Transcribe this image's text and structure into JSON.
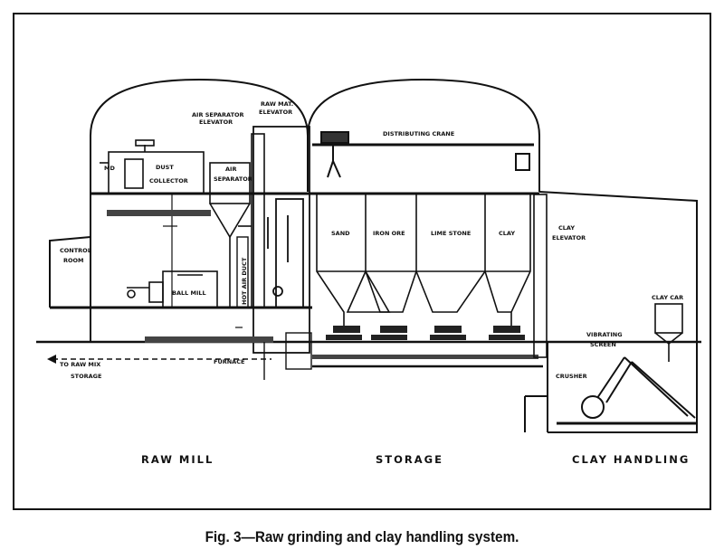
{
  "diagram": {
    "labels": {
      "dust_collector_1": "DUST",
      "dust_collector_2": "COLLECTOR",
      "md": "MD",
      "air_sep_elev_1": "AIR SEPARATOR",
      "air_sep_elev_2": "ELEVATOR",
      "air_separator_1": "AIR",
      "air_separator_2": "SEPARATOR",
      "raw_mat_elev_1": "RAW MAT.",
      "raw_mat_elev_2": "ELEVATOR",
      "distributing_crane": "DISTRIBUTING CRANE",
      "control_room_1": "CONTROL",
      "control_room_2": "ROOM",
      "ball_mill": "BALL MILL",
      "hot_air_duct": "HOT AIR DUCT",
      "to_raw_mix_1": "TO RAW MIX",
      "to_raw_mix_2": "STORAGE",
      "furnace": "FURNACE",
      "bin_sand": "SAND",
      "bin_iron_ore": "IRON ORE",
      "bin_lime_stone": "LIME STONE",
      "bin_clay": "CLAY",
      "clay_elevator_1": "CLAY",
      "clay_elevator_2": "ELEVATOR",
      "clay_car": "CLAY CAR",
      "vibrating_screen_1": "VIBRATING",
      "vibrating_screen_2": "SCREEN",
      "crusher": "CRUSHER",
      "section_raw_mill": "RAW MILL",
      "section_storage": "STORAGE",
      "section_clay_handling": "CLAY HANDLING"
    },
    "caption": "Fig. 3—Raw grinding and clay handling system."
  }
}
